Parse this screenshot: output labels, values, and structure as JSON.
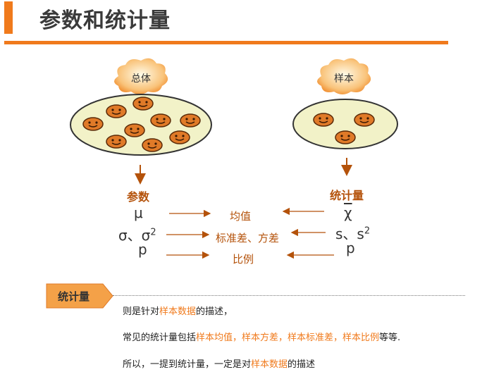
{
  "title": "参数和统计量",
  "population": {
    "cloud": "总体",
    "label": "参数"
  },
  "sample": {
    "cloud": "样本",
    "label": "统计量"
  },
  "params": {
    "mu": "μ",
    "sigma": "σ、σ",
    "sigma_sup": "2",
    "p": "p"
  },
  "stats": {
    "xbar": "χ",
    "s": "s、s",
    "s_sup": "2",
    "p": "p"
  },
  "middle": {
    "mean": "均值",
    "std": "标准差、方差",
    "prop": "比例"
  },
  "badge": "统计量",
  "desc": {
    "l1a": "则是针对",
    "l1b": "样本数据",
    "l1c": "的描述，",
    "l2a": "常见的统计量包括",
    "l2b": "样本均值，样本方差，样本标准差，样本比例",
    "l2c": "等等.",
    "l3a": "所以，一提到统计量，一定是对",
    "l3b": "样本数据",
    "l3c": "的描述"
  },
  "colors": {
    "accent": "#f07a1c",
    "ellipse_fill": "#f2f2c8",
    "face": "#e07a28",
    "label_brown": "#b4520a"
  }
}
